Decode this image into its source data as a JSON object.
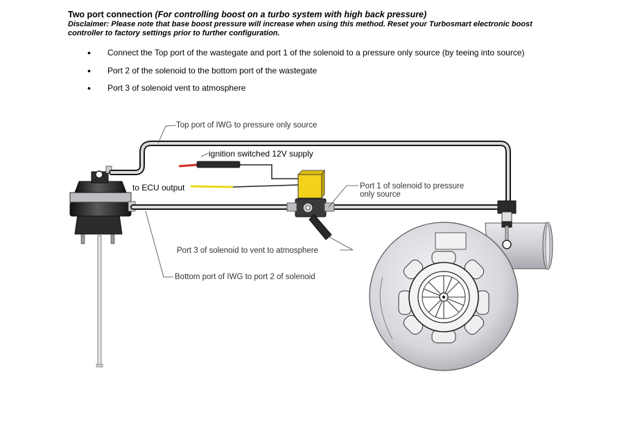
{
  "header": {
    "title": "Two port connection",
    "subtitle": "(For controlling boost on a turbo system with high back pressure)",
    "disclaimer": "Disclaimer: Please note that base boost pressure will increase when using this method. Reset your Turbosmart electronic boost controller to factory settings prior to further configuration."
  },
  "bullets": [
    "Connect the Top port of the wastegate and port 1 of the solenoid to a pressure only source (by teeing into source)",
    "Port 2 of the solenoid to the bottom port of the wastegate",
    "Port 3 of solenoid vent to atmosphere"
  ],
  "diagram": {
    "labels": {
      "top_port": "Top port of IWG to pressure only source",
      "ignition": "ignition switched 12V supply",
      "ecu": "to ECU output",
      "port1_line1": "Port 1 of solenoid to pressure",
      "port1_line2": "only source",
      "port3": "Port 3 of solenoid to vent to atmosphere",
      "bottom_port": "Bottom port of IWG to port 2 of solenoid"
    },
    "colors": {
      "hose": "#1a1a1a",
      "solenoid": "#f2d21b",
      "wire_red": "#d12b1f",
      "wire_yellow": "#e8d81a",
      "turbo_body": "#d9dadf",
      "actuator": "#2a2a2a"
    }
  }
}
